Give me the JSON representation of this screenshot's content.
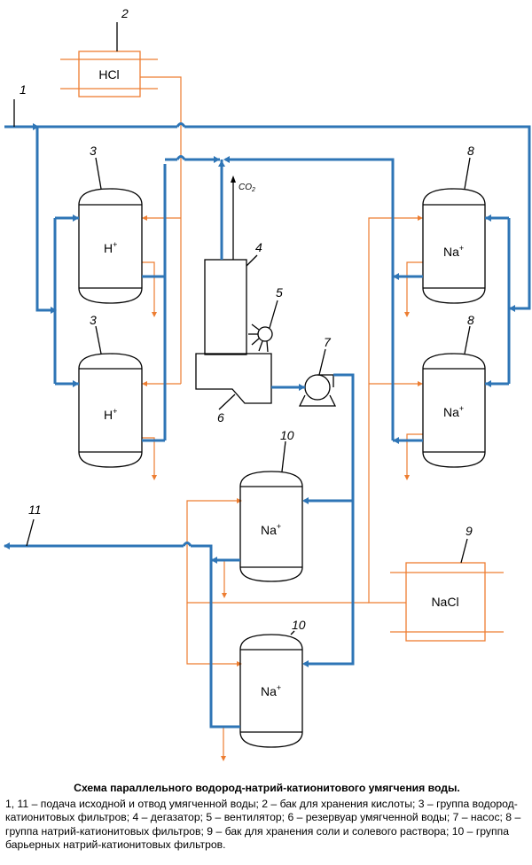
{
  "labels": {
    "hcl": "HCl",
    "h_plus": "H",
    "na_plus": "Na",
    "nacl": "NaCl",
    "co2_main": "CO",
    "co2_sub": "2",
    "plus": "+"
  },
  "numbers": {
    "n1": "1",
    "n2": "2",
    "n3a": "3",
    "n3b": "3",
    "n4": "4",
    "n5": "5",
    "n6": "6",
    "n7": "7",
    "n8a": "8",
    "n8b": "8",
    "n9": "9",
    "n10a": "10",
    "n10b": "10",
    "n11": "11"
  },
  "caption": {
    "title": "Схема параллельного водород-натрий-катионитового умягчения воды.",
    "body": "1, 11 – подача исходной и отвод умягченной воды; 2 – бак для хранения кислоты; 3 – группа водород-катионитовых фильтров; 4 – дегазатор; 5 – вентилятор; 6 – резервуар умягченной воды; 7 – насос; 8 – группа натрий-катионитовых фильтров; 9 – бак для хранения соли и солевого раствора; 10 – группа барьерных натрий-катионитовых фильтров."
  },
  "colors": {
    "water_line": "#2e75b6",
    "reagent_line": "#ed7d31",
    "equipment": "#000000"
  }
}
